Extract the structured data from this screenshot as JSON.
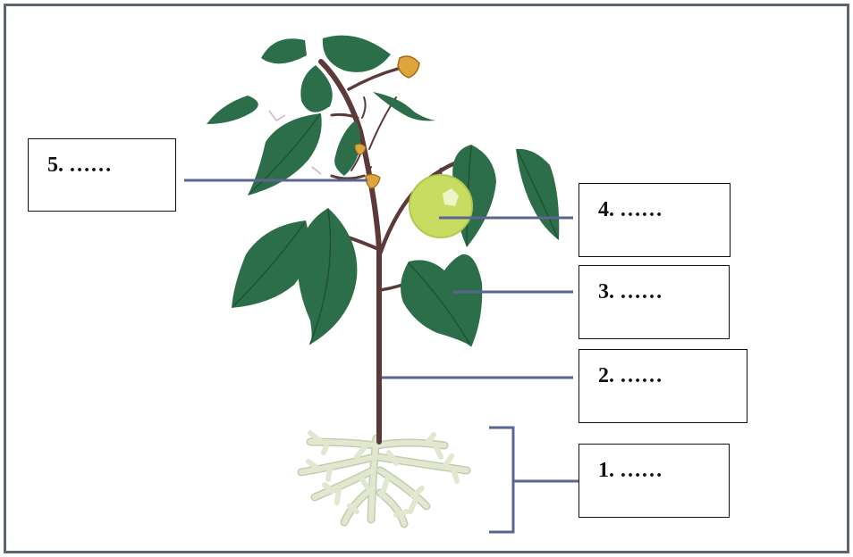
{
  "diagram": {
    "labels": [
      {
        "id": "1",
        "text": "1.  ……",
        "target": "roots"
      },
      {
        "id": "2",
        "text": "2.  ……",
        "target": "stem"
      },
      {
        "id": "3",
        "text": "3.  ……",
        "target": "leaf"
      },
      {
        "id": "4",
        "text": "4.  ……",
        "target": "fruit"
      },
      {
        "id": "5",
        "text": "5.  ……",
        "target": "flower"
      }
    ]
  },
  "colors": {
    "frame": "#5d6575",
    "leader_line": "#5a6690",
    "stem": "#5c3a3a",
    "leaf": "#2d6e4a",
    "leaf_vein": "#1f5234",
    "fruit": "#c8dc62",
    "flower": "#e0a43c",
    "roots": "#e1e8cf",
    "box_border": "#111111",
    "text": "#111111"
  }
}
